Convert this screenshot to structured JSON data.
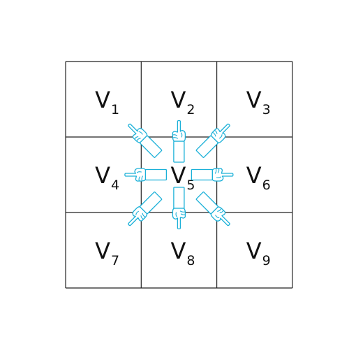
{
  "grid": {
    "line_color": "#222222",
    "cells": [
      {
        "letter": "V",
        "subscript": "1"
      },
      {
        "letter": "V",
        "subscript": "2"
      },
      {
        "letter": "V",
        "subscript": "3"
      },
      {
        "letter": "V",
        "subscript": "4"
      },
      {
        "letter": "V",
        "subscript": "5"
      },
      {
        "letter": "V",
        "subscript": "6"
      },
      {
        "letter": "V",
        "subscript": "7"
      },
      {
        "letter": "V",
        "subscript": "8"
      },
      {
        "letter": "V",
        "subscript": "9"
      }
    ]
  },
  "pointers": {
    "color": "#1ab0d8",
    "icon": "pointing-hand-icon",
    "targets": [
      "V1",
      "V2",
      "V3",
      "V4",
      "V6",
      "V7",
      "V8",
      "V9"
    ]
  }
}
